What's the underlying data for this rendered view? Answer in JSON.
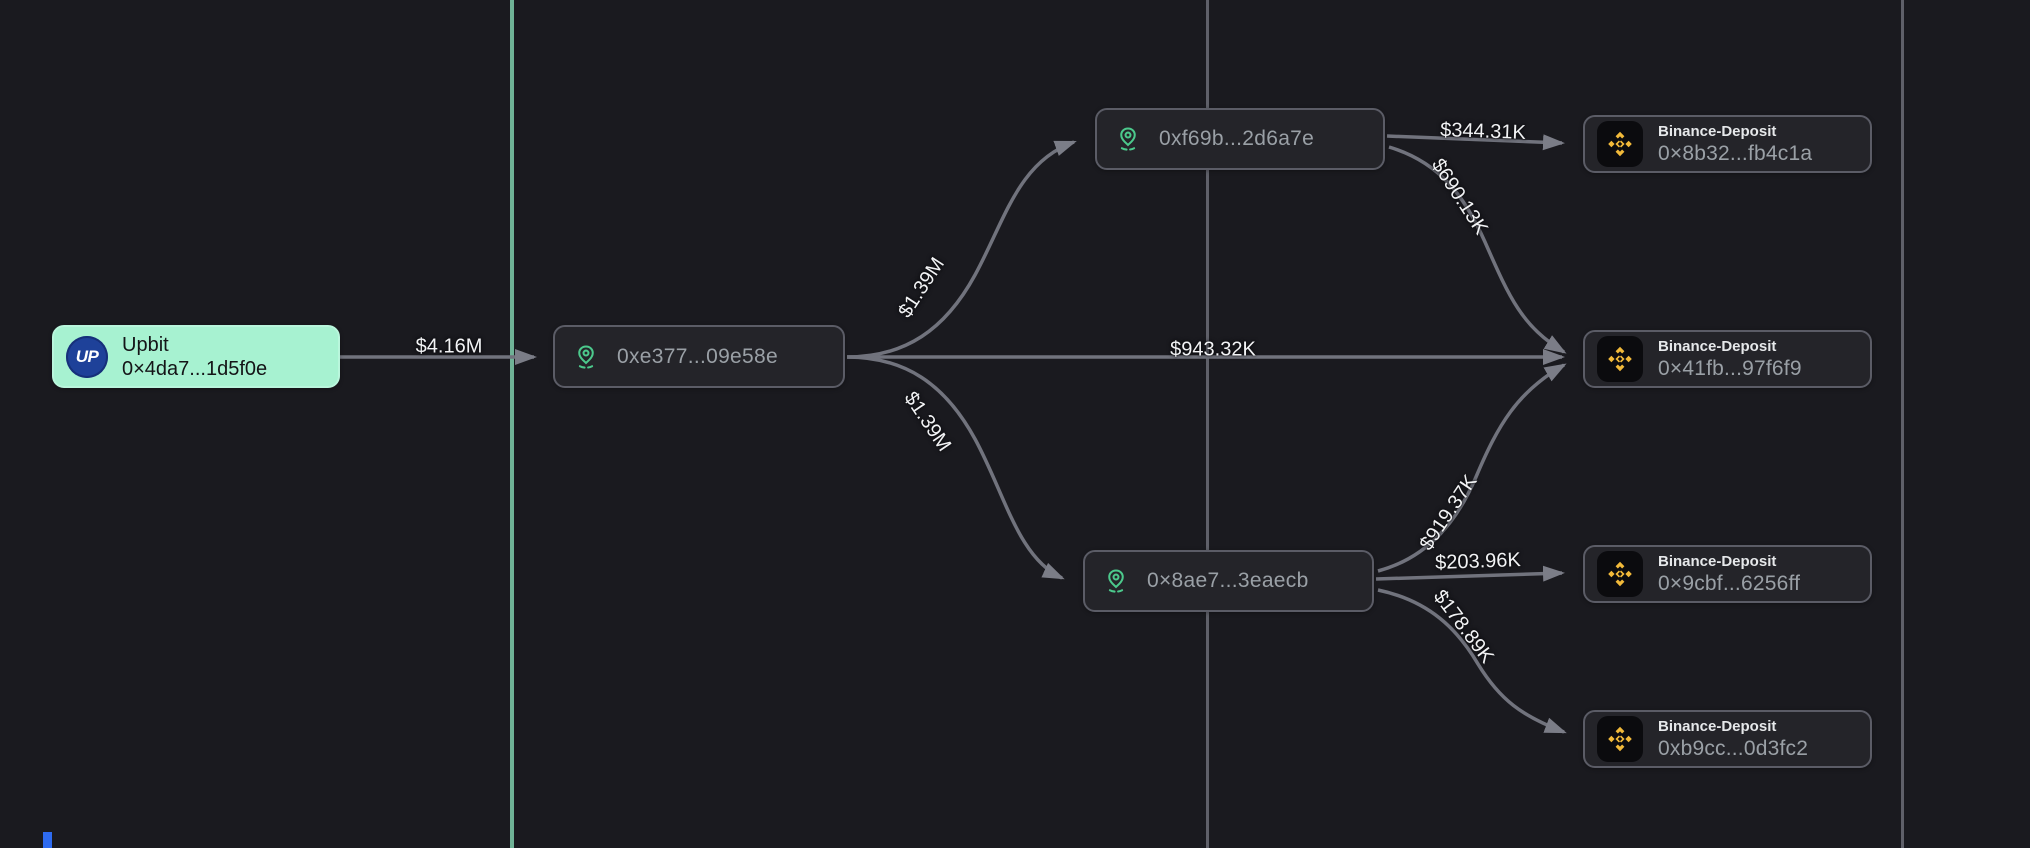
{
  "diagram": {
    "type": "crypto-fund-flow-graph",
    "description": "Transaction flow from Upbit exchange wallet through intermediary addresses to Binance deposit addresses"
  },
  "nodes": {
    "source": {
      "exchange": "Upbit",
      "address": "0×4da7...1d5f0e",
      "logo_text": "UP"
    },
    "hop1": {
      "address": "0xe377...09e58e"
    },
    "hop_top": {
      "address": "0xf69b...2d6a7e"
    },
    "hop_bottom": {
      "address": "0×8ae7...3eaecb"
    },
    "deposits": [
      {
        "label": "Binance-Deposit",
        "address": "0×8b32...fb4c1a"
      },
      {
        "label": "Binance-Deposit",
        "address": "0×41fb...97f6f9"
      },
      {
        "label": "Binance-Deposit",
        "address": "0×9cbf...6256ff"
      },
      {
        "label": "Binance-Deposit",
        "address": "0xb9cc...0d3fc2"
      }
    ]
  },
  "edges": {
    "upbit_to_hop1": "$4.16M",
    "hop1_to_top": "$1.39M",
    "hop1_to_deposit2": "$943.32K",
    "hop1_to_bottom": "$1.39M",
    "top_to_deposit1": "$344.31K",
    "top_to_deposit2": "$690.13K",
    "bottom_to_deposit2": "$919.37K",
    "bottom_to_deposit3": "$203.96K",
    "bottom_to_deposit4": "$178.89K"
  },
  "colors": {
    "background": "#1a1a1f",
    "node_background": "#242429",
    "node_border": "#5b5c66",
    "edge": "#71737d",
    "column_line_green": "#6fb296",
    "column_line_gray": "#5f6069",
    "upbit_highlight": "#a7f2d1",
    "upbit_logo_blue": "#1e4199",
    "pin_icon_green": "#4cc98c",
    "binance_gold": "#f2ba3a",
    "address_text": "#9aa0a6",
    "label_text": "#f2f3f5"
  }
}
